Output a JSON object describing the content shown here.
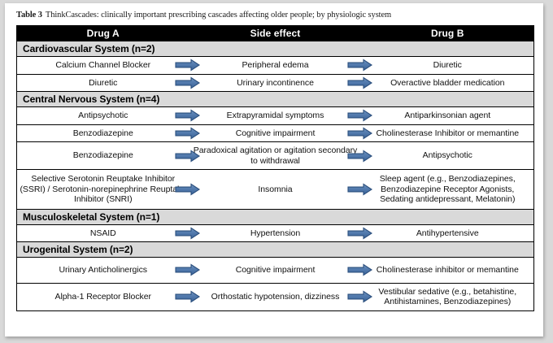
{
  "caption": {
    "label": "Table 3",
    "text": "ThinkCascades: clinically important prescribing cascades affecting older people; by physiologic system"
  },
  "table": {
    "columns": [
      "Drug A",
      "Side effect",
      "Drug B"
    ],
    "arrow_icon": "right-block-arrow-icon",
    "accent_color": "#4472a8",
    "header_bg": "#000000",
    "section_bg": "#d9d9d9",
    "sections": [
      {
        "title": "Cardiovascular System (n=2)",
        "rows": [
          {
            "drug_a": "Calcium Channel Blocker",
            "side_effect": "Peripheral edema",
            "drug_b": "Diuretic"
          },
          {
            "drug_a": "Diuretic",
            "side_effect": "Urinary incontinence",
            "drug_b": "Overactive bladder medication"
          }
        ]
      },
      {
        "title": "Central Nervous System (n=4)",
        "rows": [
          {
            "drug_a": "Antipsychotic",
            "side_effect": "Extrapyramidal symptoms",
            "drug_b": "Antiparkinsonian agent"
          },
          {
            "drug_a": "Benzodiazepine",
            "side_effect": "Cognitive impairment",
            "drug_b": "Cholinesterase Inhibitor or memantine"
          },
          {
            "drug_a": "Benzodiazepine",
            "side_effect": "Paradoxical agitation or agitation secondary to withdrawal",
            "drug_b": "Antipsychotic"
          },
          {
            "drug_a": "Selective Serotonin Reuptake Inhibitor (SSRI) / Serotonin-norepinephrine Reuptake Inhibitor (SNRI)",
            "side_effect": "Insomnia",
            "drug_b": "Sleep agent (e.g., Benzodiazepines, Benzodiazepine Receptor Agonists, Sedating antidepressant, Melatonin)"
          }
        ]
      },
      {
        "title": "Musculoskeletal System (n=1)",
        "rows": [
          {
            "drug_a": "NSAID",
            "side_effect": "Hypertension",
            "drug_b": "Antihypertensive"
          }
        ]
      },
      {
        "title": "Urogenital System (n=2)",
        "rows": [
          {
            "drug_a": "Urinary Anticholinergics",
            "side_effect": "Cognitive impairment",
            "drug_b": "Cholinesterase inhibitor or memantine"
          },
          {
            "drug_a": "Alpha-1 Receptor Blocker",
            "side_effect": "Orthostatic hypotension, dizziness",
            "drug_b": "Vestibular sedative (e.g., betahistine, Antihistamines, Benzodiazepines)"
          }
        ]
      }
    ]
  }
}
